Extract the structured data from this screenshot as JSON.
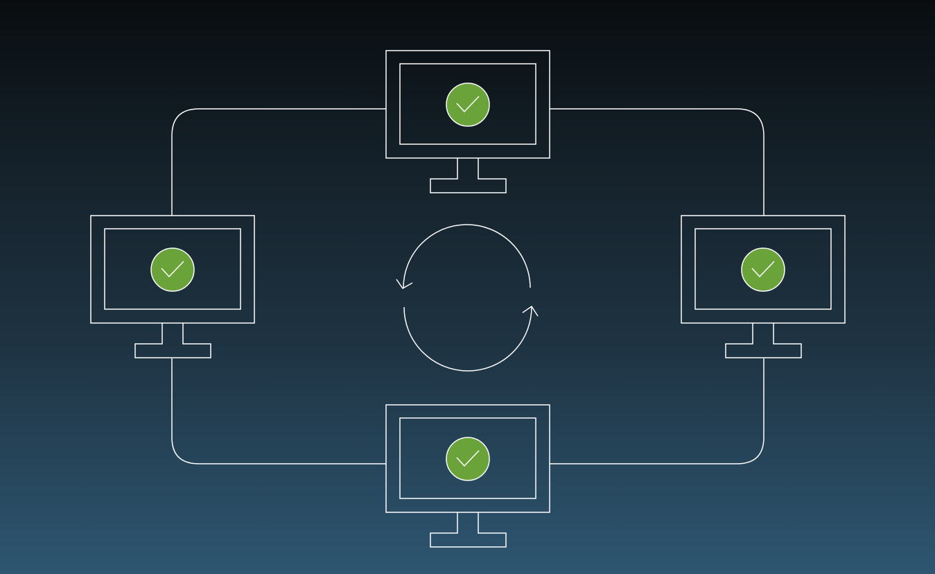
{
  "diagram": {
    "description_nodes": [
      "monitor-top",
      "monitor-left",
      "monitor-right",
      "monitor-bottom"
    ],
    "node_status_icon": "check-circle-icon",
    "center_icon": "sync-arrows-icon",
    "colors": {
      "background_top": "#090d10",
      "background_bottom": "#2e5671",
      "stroke": "#ffffff",
      "status_ok": "#6aa339"
    }
  }
}
